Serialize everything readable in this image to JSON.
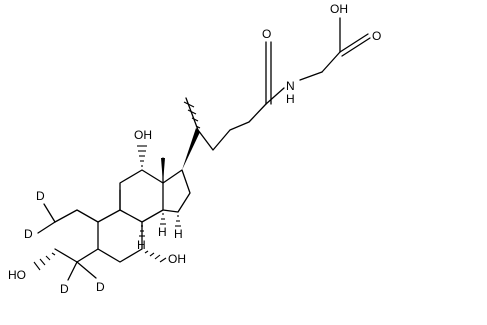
{
  "molecule": {
    "atom_labels": {
      "acid_oh": "OH",
      "acid_o": "O",
      "amide_o": "O",
      "amide_n": "N",
      "amide_h": "H",
      "oh_c12": "OH",
      "oh_c3": "HO",
      "oh_c7": "OH",
      "d_c2_a": "D",
      "d_c2_b": "D",
      "d_c4_a": "D",
      "d_c4_b": "D",
      "h_c9": "H",
      "h_c8": "H",
      "h_c14": "H"
    }
  }
}
